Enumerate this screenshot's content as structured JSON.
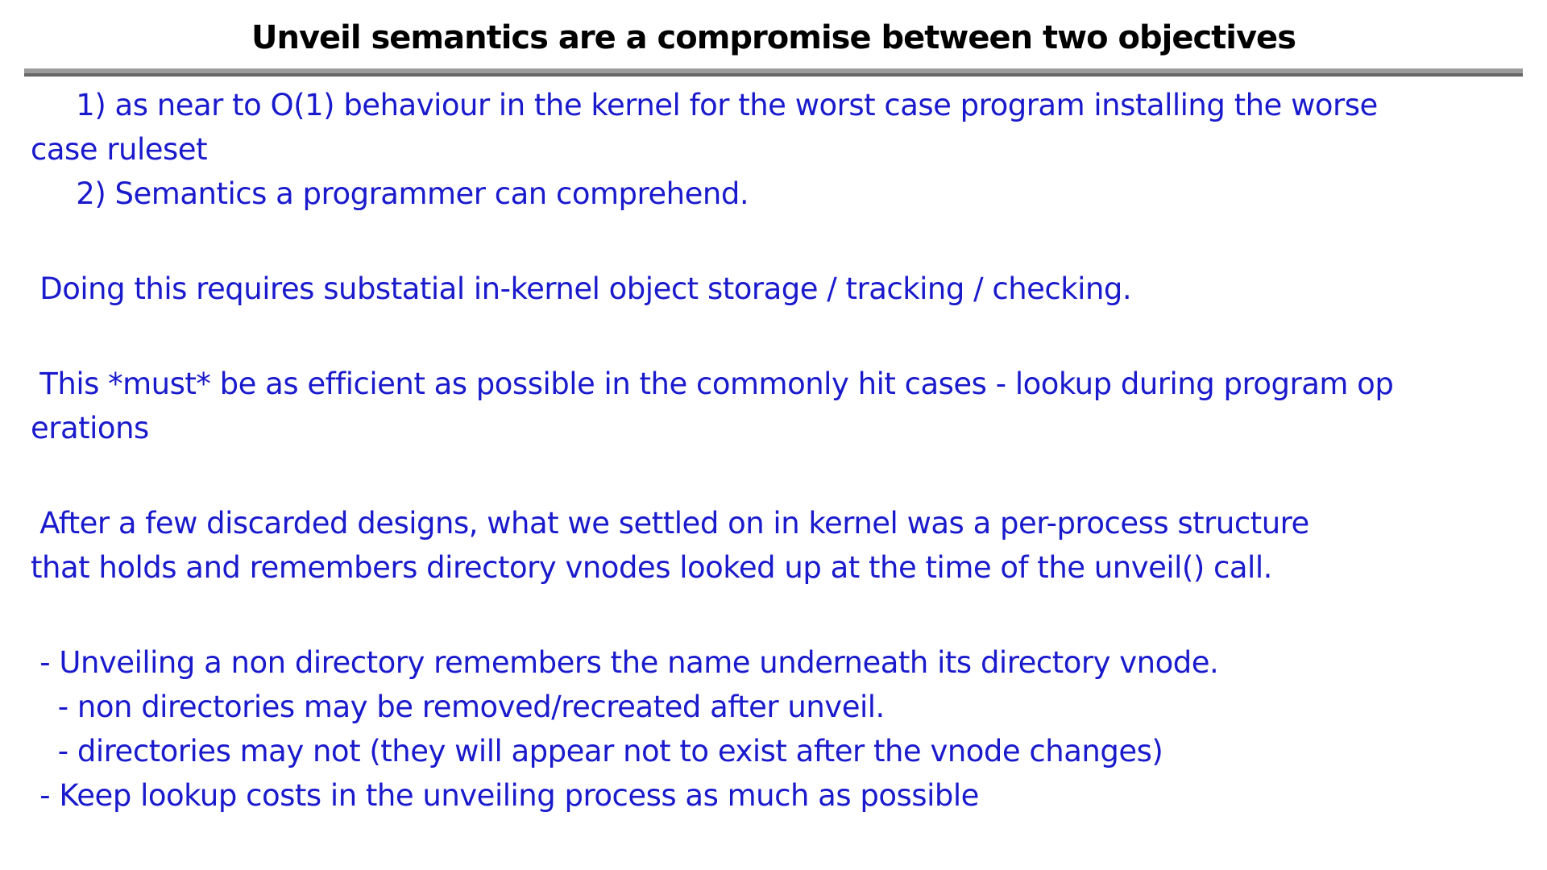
{
  "slide": {
    "title": "Unveil semantics are a compromise between two objectives",
    "title_color": "#000000",
    "body_text_color": "#1a1acd",
    "rule_color_top": "#9b9b9b",
    "rule_color_bottom": "#666666",
    "background_color": "#ffffff",
    "lines": [
      "     1) as near to O(1) behaviour in the kernel for the worst case program installing the worse",
      "case ruleset",
      "     2) Semantics a programmer can comprehend.",
      "",
      " Doing this requires substatial in-kernel object storage / tracking / checking.",
      "",
      " This *must* be as efficient as possible in the commonly hit cases - lookup during program op",
      "erations",
      "",
      " After a few discarded designs, what we settled on in kernel was a per-process structure",
      "that holds and remembers directory vnodes looked up at the time of the unveil() call.",
      "",
      " - Unveiling a non directory remembers the name underneath its directory vnode.",
      "   - non directories may be removed/recreated after unveil.",
      "   - directories may not (they will appear not to exist after the vnode changes)",
      " - Keep lookup costs in the unveiling process as much as possible"
    ]
  }
}
